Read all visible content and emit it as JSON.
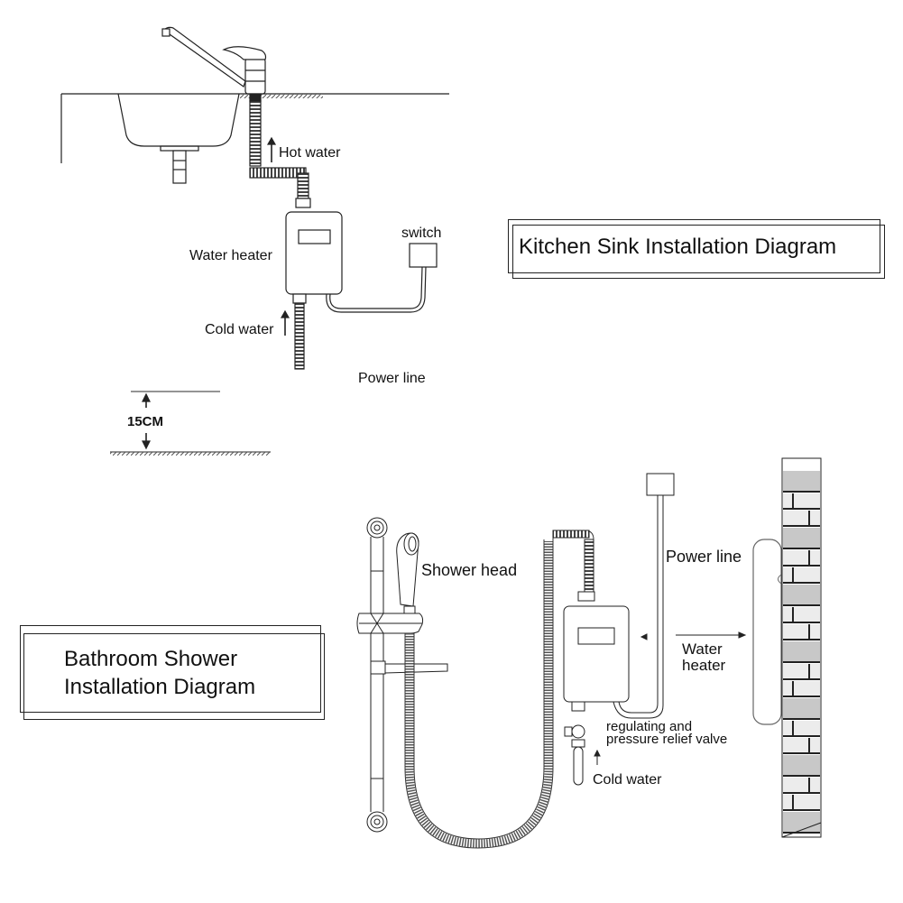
{
  "kitchen": {
    "title": "Kitchen Sink Installation Diagram",
    "labels": {
      "hot_water": "Hot water",
      "water_heater": "Water heater",
      "switch": "switch",
      "cold_water": "Cold water",
      "power_line": "Power line",
      "clearance": "15CM"
    }
  },
  "bathroom": {
    "title_line1": "Bathroom Shower",
    "title_line2": "Installation Diagram",
    "labels": {
      "shower_head": "Shower head",
      "power_line": "Power line",
      "water_heater_line1": "Water",
      "water_heater_line2": "heater",
      "valve_line1": "regulating and",
      "valve_line2": "pressure relief valve",
      "cold_water": "Cold water"
    }
  },
  "icons": {
    "arrow_up": "arrow-up",
    "arrow_down": "arrow-down",
    "arrow_right": "arrow-right"
  }
}
